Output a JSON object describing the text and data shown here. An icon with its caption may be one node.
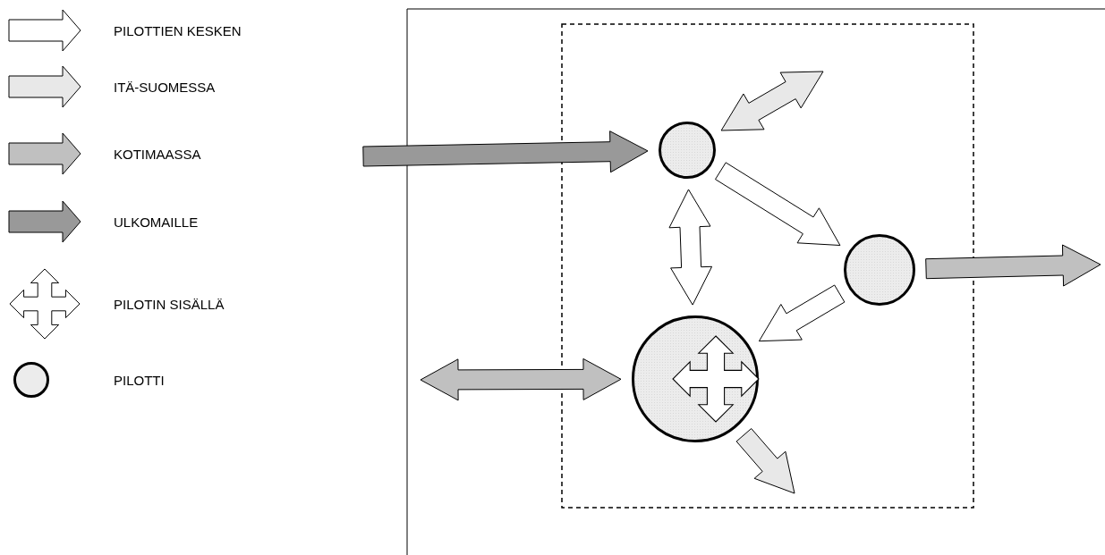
{
  "diagram": {
    "nodes": [
      {
        "text": [],
        "shape": "circle"
      },
      {
        "text": [],
        "shape": "circle"
      },
      {
        "text": [],
        "shape": "circle"
      }
    ],
    "edges": [
      {
        "from": null,
        "to": 0,
        "arrow": "to",
        "color": "#999999"
      },
      {
        "from": 0,
        "to": null,
        "arrow": "both",
        "color": "#e8e8e8"
      },
      {
        "from": 0,
        "to": 1,
        "arrow": "to"
      },
      {
        "from": 0,
        "to": 2,
        "arrow": "both"
      },
      {
        "from": 1,
        "to": 2,
        "arrow": "to"
      },
      {
        "from": 1,
        "to": null,
        "arrow": "to",
        "color": "#c0c0c0"
      },
      {
        "from": null,
        "to": 2,
        "arrow": "both",
        "color": "#c0c0c0"
      },
      {
        "from": 2,
        "to": null,
        "arrow": "to",
        "color": "#e8e8e8"
      }
    ],
    "legend": [
      {
        "text": "PILOTTIEN KESKEN"
      },
      {
        "text": "ITÄ-SUOMESSA",
        "color": "#e8e8e8"
      },
      {
        "text": "KOTIMAASSA",
        "color": "#c0c0c0"
      },
      {
        "text": "ULKOMAILLE",
        "color": "#999999"
      },
      {
        "text": "PILOTIN SISÄLLÄ"
      },
      {
        "text": "PILOTTI"
      }
    ]
  }
}
